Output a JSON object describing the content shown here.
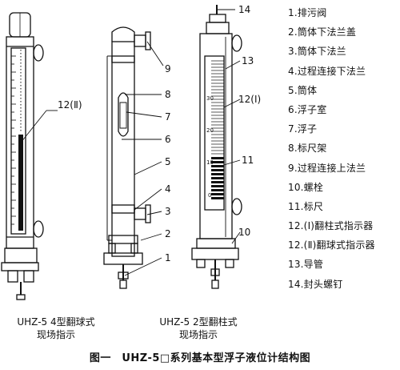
{
  "legend": {
    "items": [
      "1.排污阀",
      "2.筒体下法兰盖",
      "3.筒体下法兰",
      "4.过程连接下法兰",
      "5.筒体",
      "6.浮子室",
      "7.浮子",
      "8.标尺架",
      "9.过程连接上法兰",
      "10.螺栓",
      "11.标尺",
      "12.(Ⅰ)翻柱式指示器",
      "12.(Ⅱ)翻球式指示器",
      "13.导管",
      "14.封头螺钉"
    ]
  },
  "callouts": {
    "c1": "1",
    "c2": "2",
    "c3": "3",
    "c4": "4",
    "c5": "5",
    "c6": "6",
    "c7": "7",
    "c8": "8",
    "c9": "9",
    "c10": "10",
    "c11": "11",
    "c12_left": "12(Ⅱ)",
    "c12_right": "12(Ⅰ)",
    "c13": "13",
    "c14": "14"
  },
  "scale": {
    "s30": "30",
    "s20": "20",
    "s10": "10",
    "s0": "0"
  },
  "captions": {
    "left_line1": "UHZ-5 4型翻球式",
    "left_line2": "现场指示",
    "mid_line1": "UHZ-5 2型翻柱式",
    "mid_line2": "现场指示"
  },
  "figure_title": "图一　UHZ-5□系列基本型浮子液位计结构图"
}
